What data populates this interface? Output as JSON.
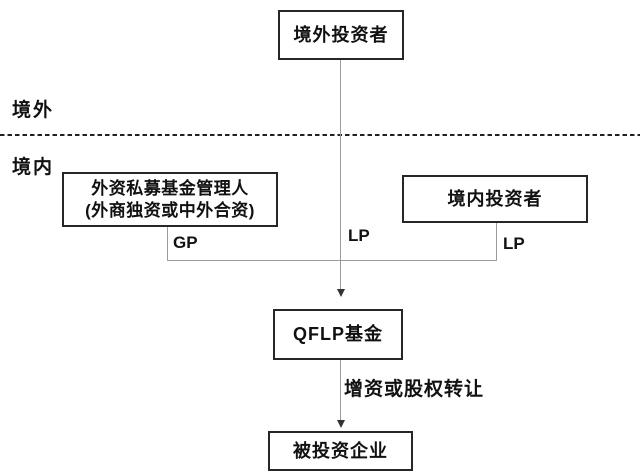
{
  "diagram": {
    "title": "QFLP fund structure diagram",
    "region_labels": {
      "offshore": "境外",
      "onshore": "境内"
    },
    "nodes": {
      "foreign_investor": "境外投资者",
      "fund_manager_line1": "外资私募基金管理人",
      "fund_manager_line2": "(外商独资或中外合资)",
      "domestic_investor": "境内投资者",
      "qflp_fund": "QFLP基金",
      "investee": "被投资企业"
    },
    "edge_labels": {
      "gp": "GP",
      "lp_center": "LP",
      "lp_right": "LP",
      "investment": "增资或股权转让"
    },
    "colors": {
      "background": "#ffffff",
      "box_border": "#262626",
      "connector": "#9c9c9c",
      "arrow": "#333333",
      "dashed_boundary": "#222222",
      "text": "#111111"
    }
  }
}
